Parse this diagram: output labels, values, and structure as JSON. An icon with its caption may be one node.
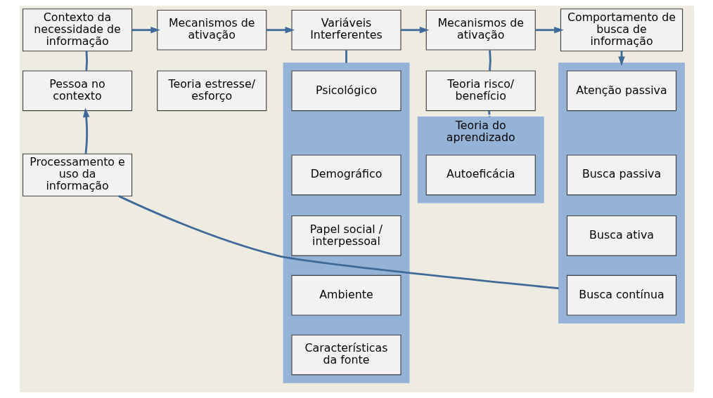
{
  "diagram": {
    "nodes": [
      {
        "text": [
          "Contexto da necessidade de informação"
        ]
      },
      {
        "text": [
          "Mecanismos de ativação"
        ]
      },
      {
        "text": [
          "Variáveis Interferentes"
        ]
      },
      {
        "text": [
          "Mecanismos de ativação"
        ]
      },
      {
        "text": [
          "Comportamento de busca de informação"
        ]
      },
      {
        "text": [
          "Pessoa no contexto"
        ]
      },
      {
        "text": [
          "Teoria estresse/ esforço"
        ]
      },
      {
        "text": [],
        "shape": "box"
      },
      {
        "text": [
          "Psicológico"
        ],
        "in": 7
      },
      {
        "text": [
          "Demográfico"
        ],
        "in": 7
      },
      {
        "text": [
          "Papel social / interpessoal"
        ],
        "in": 7
      },
      {
        "text": [
          "Ambiente"
        ],
        "in": 7
      },
      {
        "text": [
          "Características da fonte"
        ],
        "in": 7
      },
      {
        "text": [
          "Teoria risco/ benefício"
        ]
      },
      {
        "text": [
          "Teoria do aprendizado"
        ]
      },
      {
        "text": [
          "Autoeficácia"
        ],
        "in": 14
      },
      {
        "text": [],
        "shape": "box"
      },
      {
        "text": [
          "Atenção passiva"
        ],
        "in": 16
      },
      {
        "text": [
          "Busca passiva"
        ],
        "in": 16
      },
      {
        "text": [
          "Busca ativa"
        ],
        "in": 16
      },
      {
        "text": [
          "Busca contínua"
        ],
        "in": 16
      },
      {
        "text": [
          "Processamento e uso da informação"
        ]
      }
    ],
    "edges": [
      {
        "from": 0,
        "to": 1,
        "arrow": "to"
      },
      {
        "from": 1,
        "to": 2,
        "arrow": "to"
      },
      {
        "from": 2,
        "to": 3,
        "arrow": "to"
      },
      {
        "from": 3,
        "to": 4,
        "arrow": "to"
      },
      {
        "from": 5,
        "to": 0,
        "arrow": "none"
      },
      {
        "from": 2,
        "to": 7,
        "arrow": "none"
      },
      {
        "from": 3,
        "to": 13,
        "arrow": "none"
      },
      {
        "from": 13,
        "to": 14,
        "arrow": "none",
        "style": "dashed"
      },
      {
        "from": 4,
        "to": 16,
        "arrow": "to"
      },
      {
        "from": 16,
        "to": 21,
        "arrow": "none"
      },
      {
        "from": 21,
        "to": 5,
        "arrow": "to"
      }
    ]
  }
}
